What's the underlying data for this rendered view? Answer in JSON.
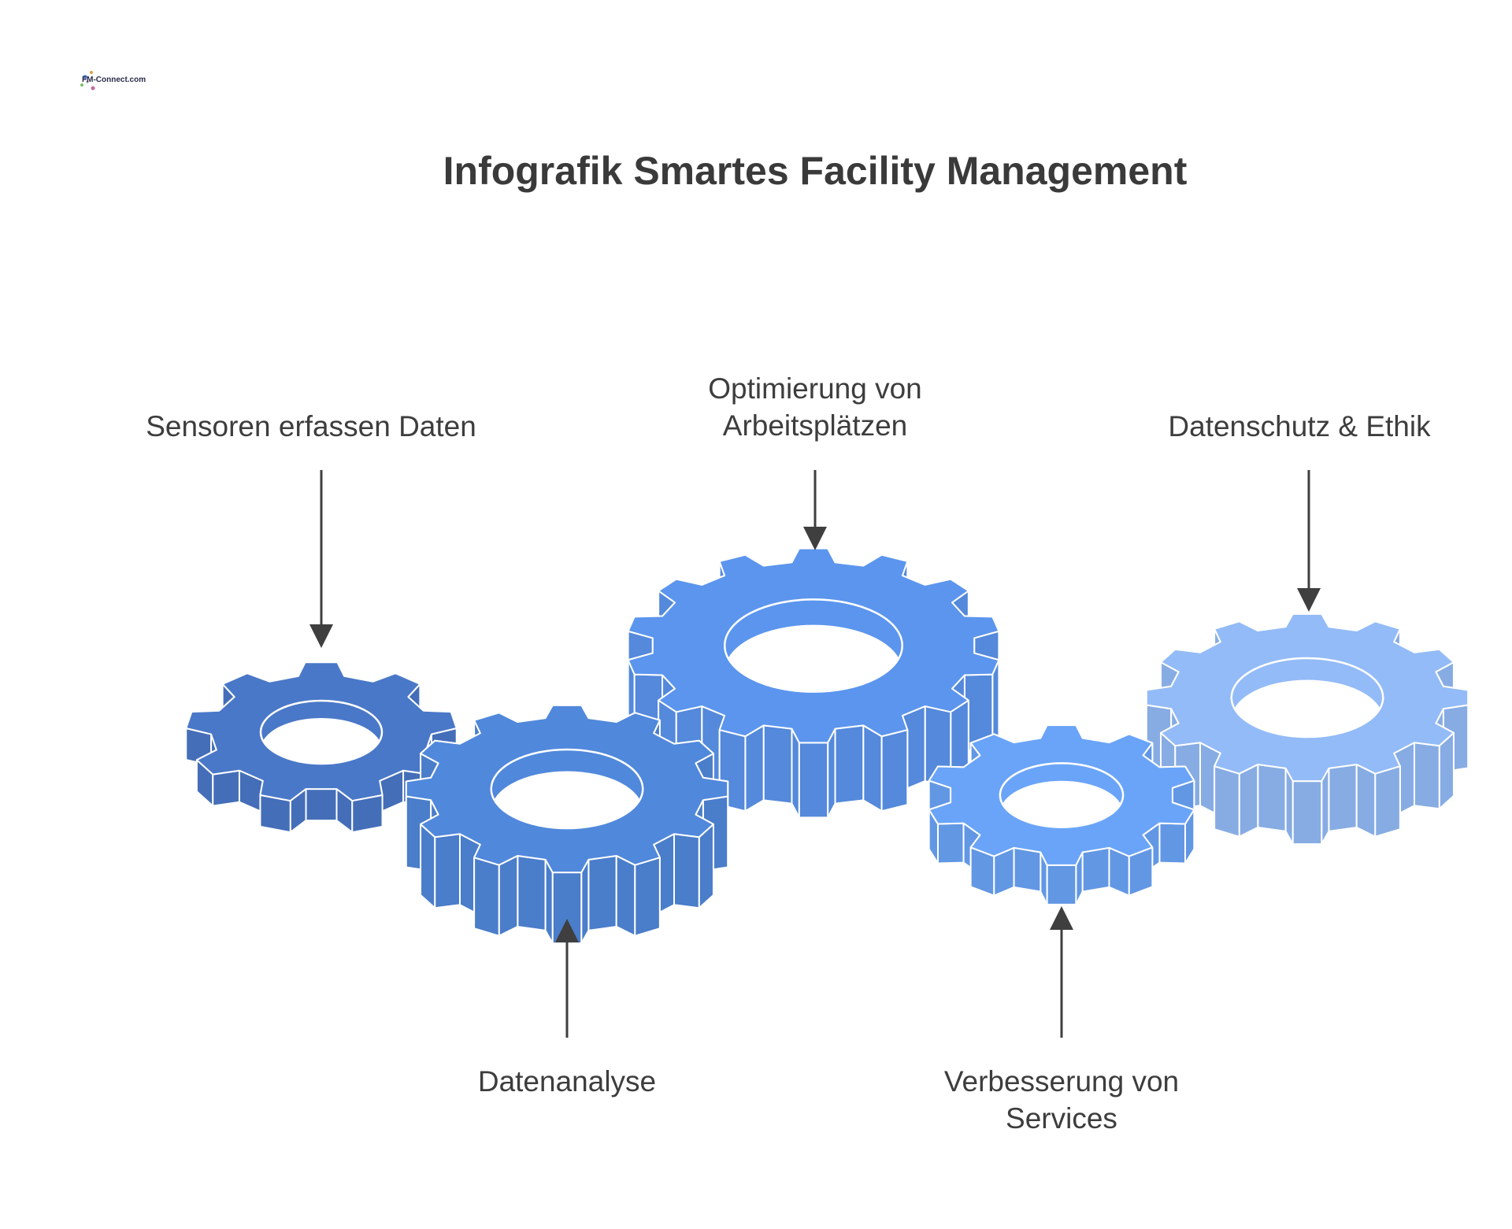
{
  "logo": {
    "text": "FM-Connect.com",
    "icon": "fm-connect-logo"
  },
  "title": "Infografik Smartes Facility Management",
  "colors": {
    "gear_1": "#4a78c8",
    "gear_2": "#5088dc",
    "gear_3": "#5b95ee",
    "gear_4": "#6aa4f8",
    "gear_5": "#93bbf7",
    "arrow": "#3f3f3f",
    "text": "#3d3d3d"
  },
  "labels": {
    "sensoren": "Sensoren erfassen Daten",
    "datenanalyse": "Datenanalyse",
    "optimierung_line1": "Optimierung von",
    "optimierung_line2": "Arbeitsplätzen",
    "verbesserung_line1": "Verbesserung von",
    "verbesserung_line2": "Services",
    "datenschutz": "Datenschutz & Ethik"
  }
}
